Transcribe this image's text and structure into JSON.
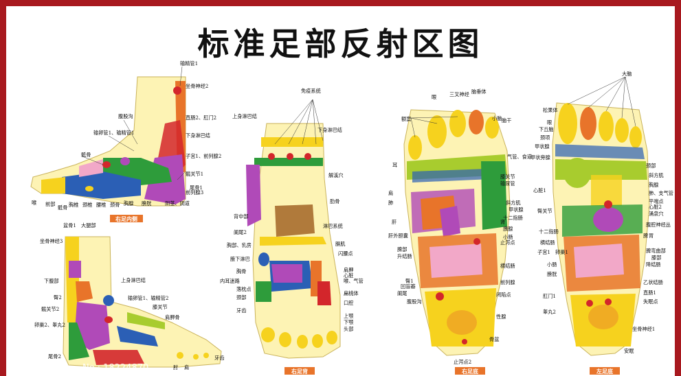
{
  "title": "标准足部反射区图",
  "captions": {
    "right_inner": "右足内侧",
    "right_dorsum": "右足背",
    "right_sole": "右足底",
    "left_sole": "左足底"
  },
  "watermark": {
    "site": "昵图网",
    "id_label": "No.: 18224870"
  },
  "labels": {
    "inner": [
      "输精管1",
      "坐骨神经2",
      "腹股沟",
      "直肠2、肛门2",
      "输卵管1、输精管1",
      "下身淋巴结",
      "子宫1、前列腺2",
      "髋关节1",
      "骶骨",
      "尾骨1",
      "前列腺3",
      "阴茎、阴道",
      "膀胱",
      "胸腺",
      "腰椎",
      "颈椎",
      "前部",
      "胸椎",
      "骶骨",
      "颈骨",
      "喉"
    ],
    "outer": [
      "盆骨1",
      "大腿部",
      "坐骨神经3",
      "下腹部",
      "臀2",
      "上身淋巴结",
      "髋关节2",
      "输卵管1、输精管2",
      "膝关节",
      "卵巢2、睾丸2",
      "肩胛骨",
      "尾骨2",
      "牙齿",
      "肘",
      "肩"
    ],
    "dorsum": [
      "免疫系统",
      "上身淋巴结",
      "下身淋巴结",
      "解溪穴",
      "肋骨",
      "背中部",
      "淋巴系统",
      "阑尾2",
      "胸部、乳房",
      "膈肌",
      "内耳迷路",
      "腋下淋巴",
      "闪腰点",
      "胸骨",
      "扁桃体",
      "喉、气管",
      "肩胛",
      "心脏",
      "上颚",
      "下颚",
      "口腔",
      "颈部",
      "牙齿",
      "落枕点",
      "头部"
    ],
    "right_sole": [
      "额窦",
      "眼",
      "三叉神经",
      "脑垂体",
      "小脑",
      "脑干",
      "耳",
      "气管、食道",
      "肩",
      "斜方肌",
      "甲状腺",
      "肝",
      "肺",
      "十二指肠",
      "肝外胆囊",
      "胰腺",
      "脾部",
      "升结肠",
      "回盲瓣",
      "阑尾",
      "小肠",
      "横结肠",
      "前列腺",
      "臀1",
      "腹股沟",
      "膝关节",
      "肾",
      "输尿管",
      "止泻点",
      "闭陷点",
      "性腺",
      "骨盆",
      "止泻点2"
    ],
    "left_sole": [
      "大脑",
      "松果体",
      "眼",
      "下丘脑",
      "颈项",
      "甲状腺",
      "甲状旁腺",
      "颈部",
      "斜方肌",
      "胸腺",
      "肺、支气管",
      "心脏1",
      "平喘点",
      "心脏2",
      "涌泉穴",
      "腹腔神经丛",
      "脾",
      "臀关节",
      "十二指肠",
      "横结肠",
      "降结肠",
      "子宫1",
      "卵巢1",
      "小肠",
      "膀胱",
      "肛门1",
      "睾丸2",
      "乙状结肠",
      "直肠1",
      "失眠点",
      "坐骨神经1",
      "安眠",
      "脾弯曲部",
      "膝部",
      "胃"
    ]
  },
  "colors": {
    "frame": "#a8191f",
    "caption_bg": "#e8742a",
    "skin": "#fdf3b4",
    "yellow": "#f6d21e",
    "green": "#2e9c3b",
    "purple": "#b04ab8",
    "blue": "#2b5fb5",
    "orange": "#e8742a",
    "red": "#d3262b",
    "pink": "#f2a8c8",
    "brown": "#b07a3b",
    "lime": "#a8cc2e"
  }
}
